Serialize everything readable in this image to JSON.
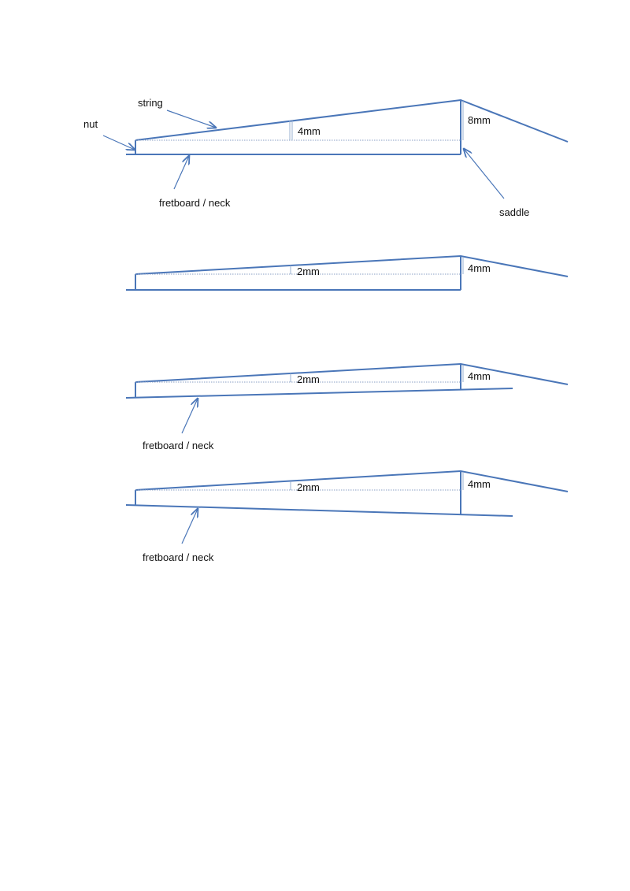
{
  "color": "#4a76b8",
  "diagram1": {
    "labels": {
      "string": "string",
      "nut": "nut",
      "fretboard": "fretboard / neck",
      "saddle": "saddle"
    },
    "mid_height": "4mm",
    "saddle_height": "8mm"
  },
  "diagram2": {
    "mid_height": "2mm",
    "saddle_height": "4mm"
  },
  "diagram3": {
    "mid_height": "2mm",
    "saddle_height": "4mm",
    "fretboard_label": "fretboard / neck"
  },
  "diagram4": {
    "mid_height": "2mm",
    "saddle_height": "4mm",
    "fretboard_label": "fretboard / neck"
  }
}
